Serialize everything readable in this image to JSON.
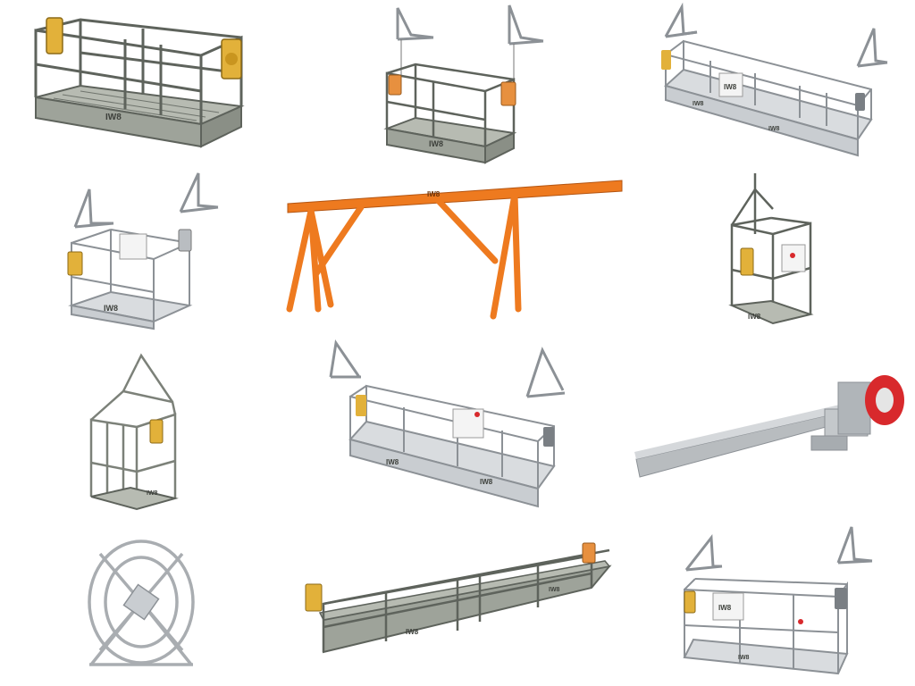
{
  "brand_mark": "IW8",
  "colors": {
    "background": "#ffffff",
    "frame_grey": "#9ea39a",
    "frame_dark": "#5e635c",
    "galvanized": "#c9cdd1",
    "galvanized_dark": "#8c9196",
    "hoist_yellow": "#e2b13a",
    "hoist_orange": "#e7903f",
    "trestle_orange": "#ee7a1f",
    "wheel_red": "#d8292c",
    "control_box": "#f4f4f4"
  },
  "products": [
    {
      "id": "p1",
      "kind": "gondola-platform",
      "icon": "platform-yellow-hoists-icon"
    },
    {
      "id": "p2",
      "kind": "gondola-platform-with-davits",
      "icon": "platform-orange-hoists-icon"
    },
    {
      "id": "p3",
      "kind": "gondola-platform-control-box",
      "icon": "long-platform-icon"
    },
    {
      "id": "p4",
      "kind": "gondola-platform-control-box",
      "icon": "galvanized-platform-icon"
    },
    {
      "id": "p5",
      "kind": "trestle-beam",
      "icon": "orange-trestle-icon"
    },
    {
      "id": "p6",
      "kind": "single-person-cradle",
      "icon": "cradle-icon"
    },
    {
      "id": "p7",
      "kind": "single-person-cage",
      "icon": "cage-icon"
    },
    {
      "id": "p8",
      "kind": "gondola-platform-control-box",
      "icon": "galvanized-platform-icon"
    },
    {
      "id": "p9",
      "kind": "outrigger-beam-with-wheel",
      "icon": "outrigger-wheel-icon"
    },
    {
      "id": "p10",
      "kind": "cable-reel",
      "icon": "cable-reel-icon"
    },
    {
      "id": "p11",
      "kind": "long-gondola-platform",
      "icon": "long-platform-icon"
    },
    {
      "id": "p12",
      "kind": "gondola-platform-control-box",
      "icon": "galvanized-platform-icon"
    }
  ]
}
